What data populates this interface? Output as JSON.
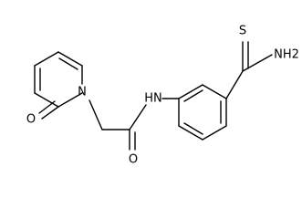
{
  "molecule": {
    "atoms": {
      "thioamide_sulfur": "S",
      "thioamide_nitrogen": "NH2",
      "amide_nitrogen": "HN",
      "amide_oxygen": "O",
      "pyridone_nitrogen": "N",
      "pyridone_oxygen": "O"
    }
  }
}
